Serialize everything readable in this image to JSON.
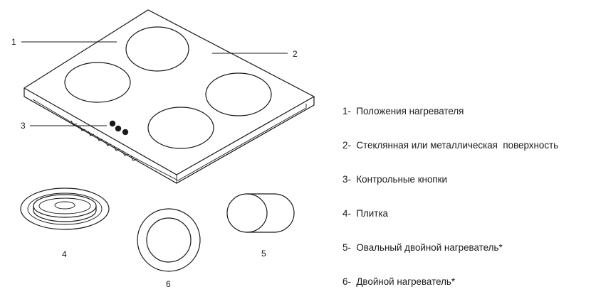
{
  "callouts": [
    {
      "number": "1"
    },
    {
      "number": "2"
    },
    {
      "number": "3"
    }
  ],
  "figure_labels": [
    {
      "number": "4"
    },
    {
      "number": "5"
    },
    {
      "number": "6"
    }
  ],
  "legend": [
    "1-  Положения нагревателя",
    "2-  Стеклянная или металлическая  поверхность",
    "3-  Контрольные кнопки",
    "4-  Плитка",
    "5-  Овальный двойной нагреватель*",
    "6-  Двойной нагреватель*"
  ]
}
